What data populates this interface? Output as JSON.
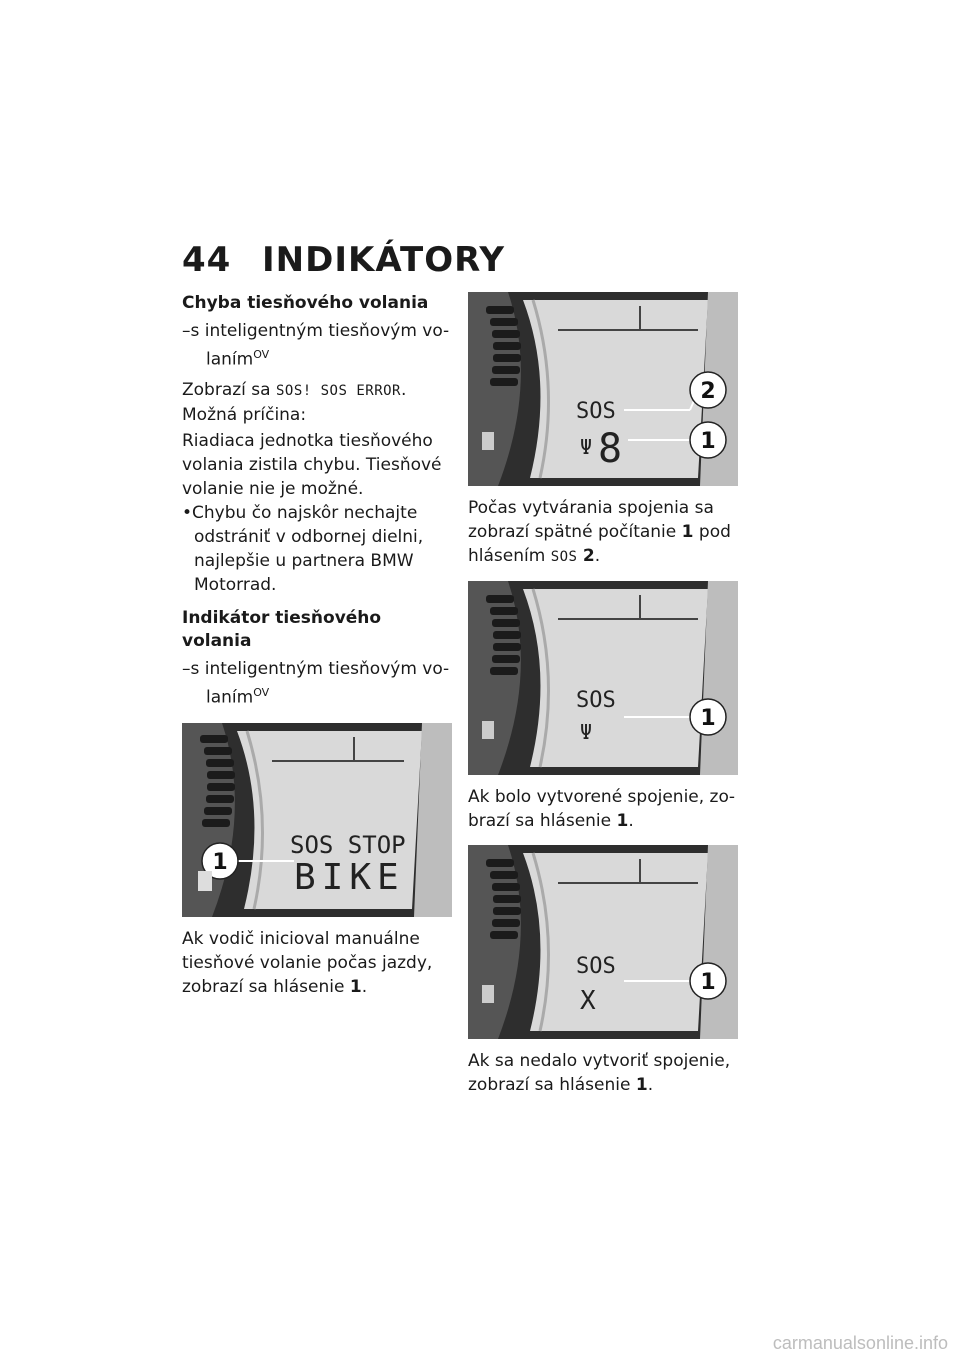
{
  "header": {
    "page_number": "44",
    "section_title": "INDIKÁTORY"
  },
  "section1": {
    "title": "Chyba tiesňového volania",
    "condition_line1": "–s inteligentným tiesňovým vo-",
    "condition_line2": "laním",
    "condition_sup": "OV",
    "display_intro": "Zobrazí sa",
    "display_code": "SOS! SOS ERROR",
    "display_end": ".",
    "cause_label": "Možná príčina:",
    "cause_text": "Riadiaca jednotka tiesňového volania zistila chybu. Tiesňové volanie nie je možné.",
    "action": "•Chybu čo najskôr nechajte odstrániť v odbornej dielni, najlepšie u partnera BMW Motorrad."
  },
  "section2": {
    "title": "Indikátor tiesňového volania",
    "condition_line1": "–s inteligentným tiesňovým vo-",
    "condition_line2": "laním",
    "condition_sup": "OV",
    "fig1": {
      "line1": "SOS STOP",
      "line2": "BIKE",
      "callout": "1"
    },
    "caption1_text": "Ak vodič inicioval manuálne tiesňové volanie počas jazdy, zobrazí sa hlásenie",
    "caption1_ref": "1",
    "caption1_end": "."
  },
  "right": {
    "fig2": {
      "line1": "SOS",
      "line2": "8",
      "callout_a": "2",
      "callout_b": "1"
    },
    "caption2_text": "Počas vytvárania spojenia sa zobrazí spätné počítanie",
    "caption2_ref1": "1",
    "caption2_mid": "pod hlásením",
    "caption2_code": "SOS",
    "caption2_ref2": "2",
    "caption2_end": ".",
    "fig3": {
      "line1": "SOS",
      "callout": "1"
    },
    "caption3_text": "Ak bolo vytvorené spojenie, zo­brazí sa hlásenie",
    "caption3_ref": "1",
    "caption3_end": ".",
    "fig4": {
      "line1": "SOS",
      "line2": "X",
      "callout": "1"
    },
    "caption4_text": "Ak sa nedalo vytvoriť spojenie, zobrazí sa hlásenie",
    "caption4_ref": "1",
    "caption4_end": "."
  },
  "footer": {
    "watermark": "carmanualsonline.info"
  },
  "colors": {
    "lcd_bg": "#d6d6d6",
    "frame": "#3a3a3a",
    "text": "#1a1a1a"
  }
}
